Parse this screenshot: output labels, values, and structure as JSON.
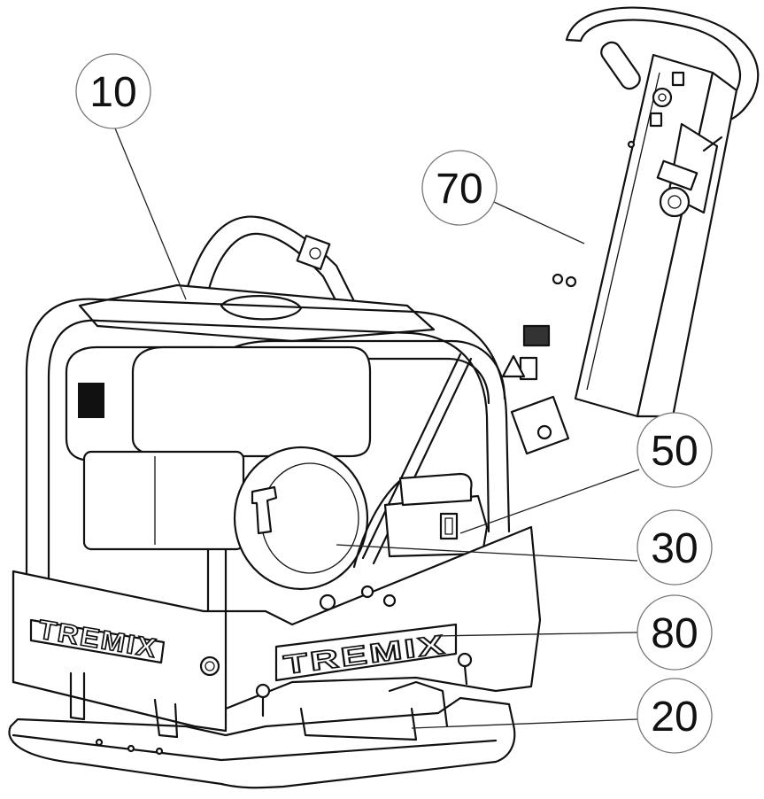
{
  "brand": "TREMIX",
  "callouts": [
    {
      "id": "engine-hood",
      "label": "10"
    },
    {
      "id": "handle",
      "label": "70"
    },
    {
      "id": "battery-box",
      "label": "50"
    },
    {
      "id": "engine",
      "label": "30"
    },
    {
      "id": "frame-guard",
      "label": "80"
    },
    {
      "id": "base-plate",
      "label": "20"
    }
  ]
}
